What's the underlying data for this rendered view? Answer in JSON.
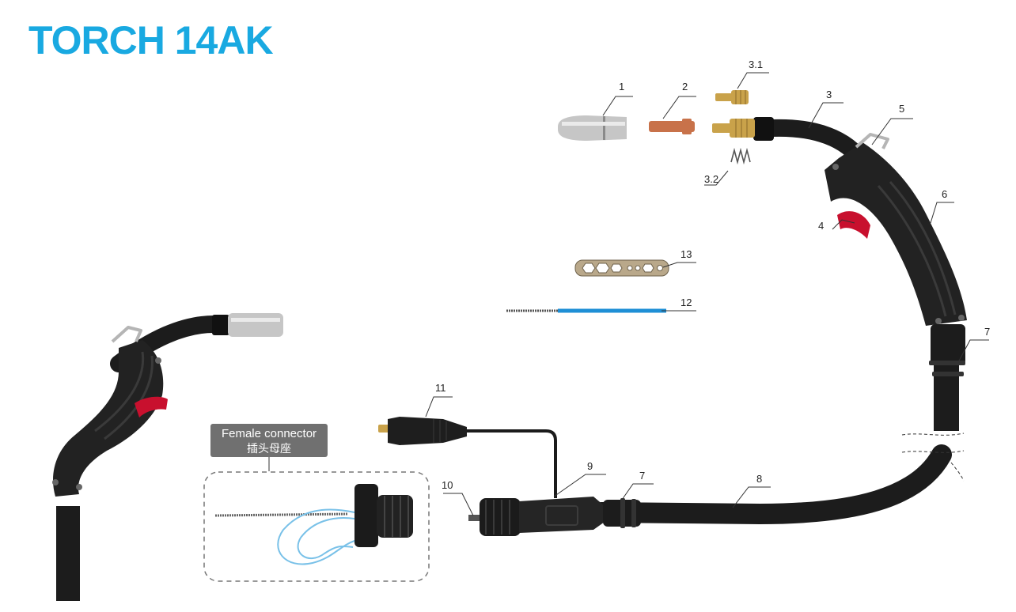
{
  "title": "TORCH 14AK",
  "colors": {
    "title": "#19a9e1",
    "cable": "#1c1c1c",
    "handle": "#222222",
    "trigger": "#c8102e",
    "copper": "#c8724a",
    "brass": "#c9a24a",
    "steel": "#c6c6c6",
    "liner_blue": "#1e8fd6",
    "connector_wire": "#79c1e8",
    "tag_bg": "#707070"
  },
  "labels": {
    "l1": "1",
    "l2": "2",
    "l3": "3",
    "l3_1": "3.1",
    "l3_2": "3.2",
    "l4": "4",
    "l5": "5",
    "l6": "6",
    "l7a": "7",
    "l7b": "7",
    "l8": "8",
    "l9": "9",
    "l10": "10",
    "l11": "11",
    "l12": "12",
    "l13": "13"
  },
  "female_connector": {
    "label_en": "Female connector",
    "label_cn": "插头母座"
  }
}
